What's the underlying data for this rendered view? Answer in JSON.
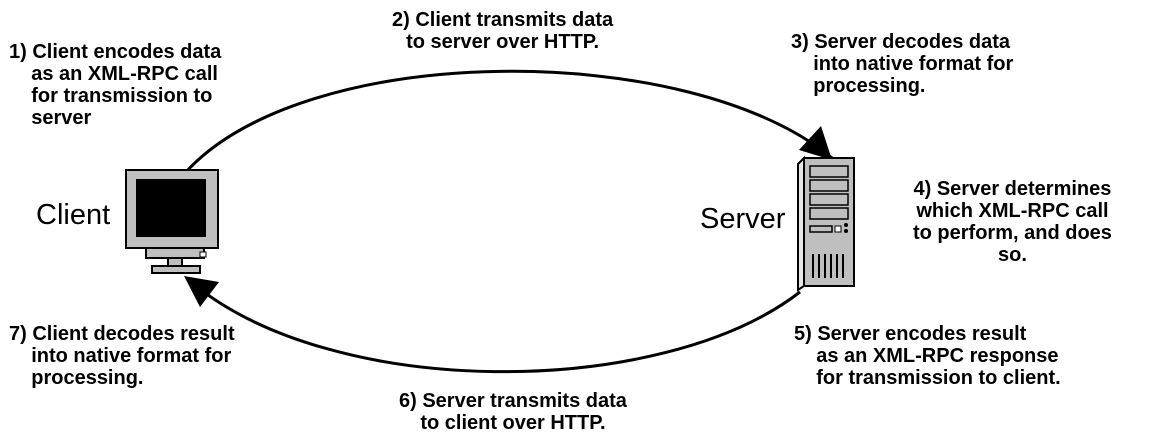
{
  "nodes": {
    "client": {
      "label": "Client",
      "icon": "monitor-icon"
    },
    "server": {
      "label": "Server",
      "icon": "server-tower-icon"
    }
  },
  "steps": [
    {
      "id": "step-1",
      "text": "1) Client encodes data\n    as an XML-RPC call\n    for transmission to\n    server"
    },
    {
      "id": "step-2",
      "text": "2) Client transmits data\nto server over HTTP."
    },
    {
      "id": "step-3",
      "text": "3) Server decodes data\n    into native format for\n    processing."
    },
    {
      "id": "step-4",
      "text": "4) Server determines\nwhich XML-RPC call\nto perform, and does\nso."
    },
    {
      "id": "step-5",
      "text": "5) Server encodes result\n    as an XML-RPC response\n    for transmission to client."
    },
    {
      "id": "step-6",
      "text": "6) Server transmits data\nto client over HTTP."
    },
    {
      "id": "step-7",
      "text": "7) Client decodes result\n    into native format for\n    processing."
    }
  ],
  "colors": {
    "ink": "#000000",
    "screen": "#000000",
    "casing": "#bfbfbf",
    "background": "#ffffff"
  }
}
